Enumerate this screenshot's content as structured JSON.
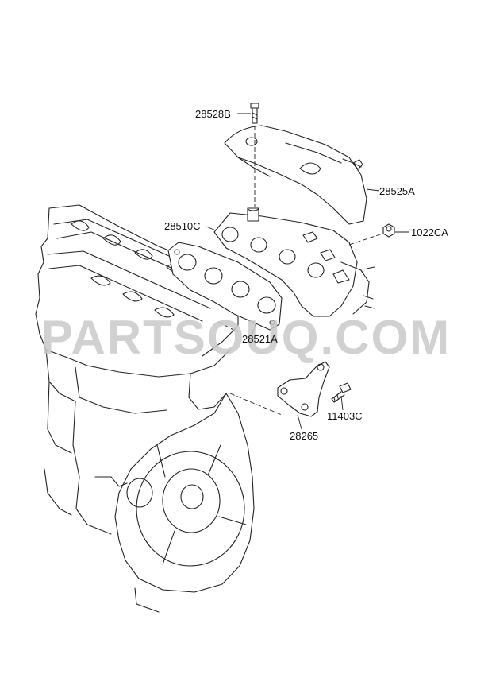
{
  "watermark": "PARTSOUQ.COM",
  "parts": [
    {
      "id": "p28528B",
      "label": "28528B"
    },
    {
      "id": "p28525A",
      "label": "28525A"
    },
    {
      "id": "p28510C",
      "label": "28510C"
    },
    {
      "id": "p1022CA",
      "label": "1022CA"
    },
    {
      "id": "p28521A",
      "label": "28521A"
    },
    {
      "id": "p11403C",
      "label": "11403C"
    },
    {
      "id": "p28265",
      "label": "28265"
    }
  ],
  "colors": {
    "line": "#222222",
    "watermark": "#c9c9c9",
    "background": "#ffffff"
  }
}
